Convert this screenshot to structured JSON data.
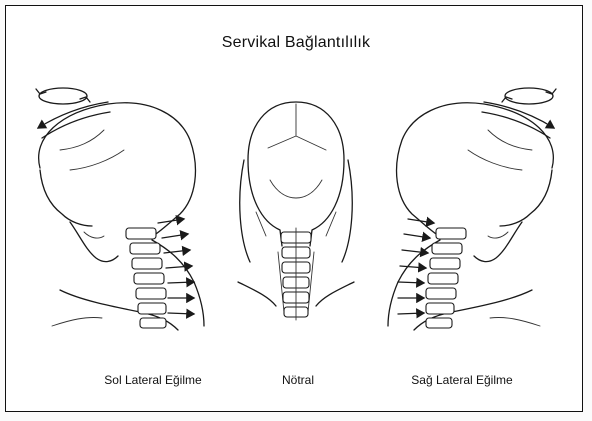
{
  "diagram": {
    "title": "Servikal Bağlantılılık",
    "figures": [
      {
        "label": "Sol Lateral Eğilme",
        "view": "left-lateral-flexion"
      },
      {
        "label": "Nötral",
        "view": "neutral"
      },
      {
        "label": "Sağ Lateral Eğilme",
        "view": "right-lateral-flexion"
      }
    ],
    "icons": [
      "rotation-arrow-icon",
      "curved-arrow-icon",
      "force-arrow-icon"
    ]
  }
}
